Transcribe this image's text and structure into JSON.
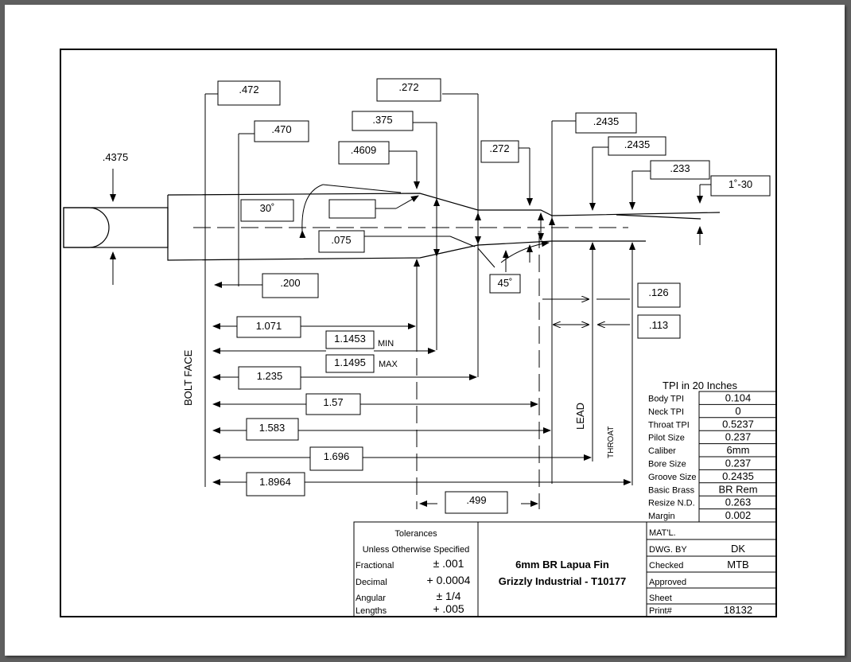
{
  "dimensions": {
    "d472": ".472",
    "d470": ".470",
    "d4375": ".4375",
    "d272a": ".272",
    "d375": ".375",
    "d4609": ".4609",
    "d272b": ".272",
    "d2435a": ".2435",
    "d2435b": ".2435",
    "d233": ".233",
    "d1deg30": "1˚-30",
    "d30deg": "30˚",
    "d075": ".075",
    "d45deg": "45˚",
    "d200": ".200",
    "d1071": "1.071",
    "d11453": "1.1453",
    "min": "MIN",
    "d11495": "1.1495",
    "max": "MAX",
    "d1235": "1.235",
    "d157": "1.57",
    "d1583": "1.583",
    "d1696": "1.696",
    "d18964": "1.8964",
    "d499": ".499",
    "d126": ".126",
    "d113": ".113"
  },
  "labels": {
    "bolt_face": "BOLT FACE",
    "lead": "LEAD",
    "throat": "THROAT"
  },
  "specs": {
    "title": "TPI in 20 Inches",
    "rows": [
      {
        "label": "Body TPI",
        "value": "0.104"
      },
      {
        "label": "Neck TPI",
        "value": "0"
      },
      {
        "label": "Throat TPI",
        "value": "0.5237"
      },
      {
        "label": "Pilot Size",
        "value": "0.237"
      },
      {
        "label": "Caliber",
        "value": "6mm"
      },
      {
        "label": "Bore Size",
        "value": "0.237"
      },
      {
        "label": "Groove Size",
        "value": "0.2435"
      },
      {
        "label": "Basic Brass",
        "value": "BR Rem"
      },
      {
        "label": "Resize N.D.",
        "value": "0.263"
      },
      {
        "label": "Margin",
        "value": "0.002"
      }
    ]
  },
  "tolerances": {
    "title": "Tolerances",
    "subtitle": "Unless Otherwise Specified",
    "rows": [
      {
        "label": "Fractional",
        "value": "± .001"
      },
      {
        "label": "Decimal",
        "value": "+ 0.0004"
      },
      {
        "label": "Angular",
        "value": "± 1/4"
      },
      {
        "label": "Lengths",
        "value": "+ .005"
      }
    ]
  },
  "drawing_title": {
    "line1": "6mm BR Lapua Fin",
    "line2": "Grizzly Industrial - T10177"
  },
  "title_block": {
    "matl_label": "MAT'L.",
    "matl_value": "",
    "dwg_by_label": "DWG. BY",
    "dwg_by_value": "DK",
    "checked_label": "Checked",
    "checked_value": "MTB",
    "approved_label": "Approved",
    "approved_value": "",
    "sheet_label": "Sheet",
    "sheet_value": "",
    "print_label": "Print#",
    "print_value": "18132"
  }
}
